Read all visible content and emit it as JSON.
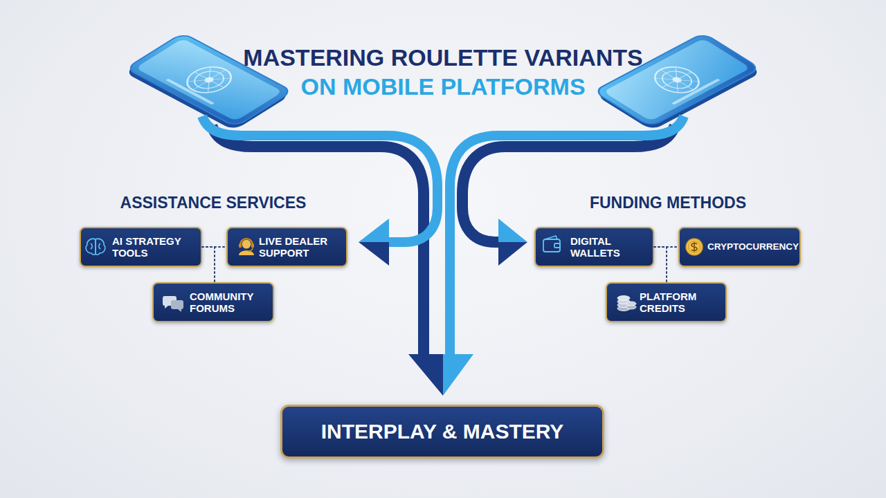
{
  "diagram": {
    "title": "MASTERING ROULETTE VARIANTS ON MOBILE PLATFORMS",
    "nodes": [
      {
        "text": [
          "AI STRATEGY TOOLS"
        ]
      },
      {
        "text": [
          "LIVE DEALER SUPPORT"
        ]
      },
      {
        "text": [
          "COMMUNITY FORUMS"
        ]
      },
      {
        "text": [
          "DIGITAL WALLETS"
        ]
      },
      {
        "text": [
          "CRYPTOCURRENCY"
        ]
      },
      {
        "text": [
          "PLATFORM CREDITS"
        ]
      },
      {
        "text": [
          "INTERPLAY & MASTERY"
        ]
      }
    ],
    "edges": [
      {
        "from": 0,
        "to": 1,
        "arrow": "none"
      },
      {
        "from": 0,
        "to": 2,
        "arrow": "none"
      },
      {
        "from": 3,
        "to": 4,
        "arrow": "none"
      },
      {
        "from": 3,
        "to": 5,
        "arrow": "none"
      }
    ],
    "labels": [
      "ASSISTANCE SERVICES",
      "FUNDING METHODS"
    ]
  }
}
